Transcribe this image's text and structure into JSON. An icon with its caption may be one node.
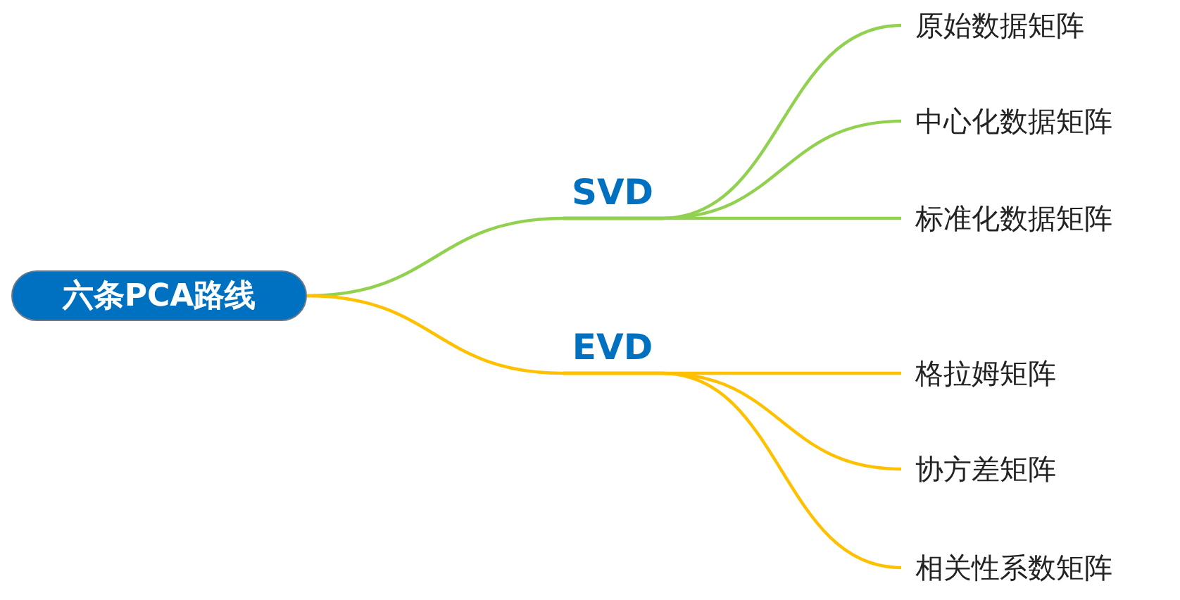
{
  "diagram": {
    "nodes": [
      {
        "text": [
          "六条PCA路线"
        ]
      },
      {
        "text": [
          "SVD"
        ]
      },
      {
        "text": [
          "EVD"
        ]
      },
      {
        "text": [
          "原始数据矩阵"
        ]
      },
      {
        "text": [
          "中心化数据矩阵"
        ]
      },
      {
        "text": [
          "标准化数据矩阵"
        ]
      },
      {
        "text": [
          "格拉姆矩阵"
        ]
      },
      {
        "text": [
          "协方差矩阵"
        ]
      },
      {
        "text": [
          "相关性系数矩阵"
        ]
      }
    ],
    "edges": [
      {
        "from": 0,
        "to": 1,
        "arrow": "none",
        "color": "#92d050"
      },
      {
        "from": 0,
        "to": 2,
        "arrow": "none",
        "color": "#ffc000"
      },
      {
        "from": 1,
        "to": 3,
        "arrow": "none",
        "color": "#92d050"
      },
      {
        "from": 1,
        "to": 4,
        "arrow": "none",
        "color": "#92d050"
      },
      {
        "from": 1,
        "to": 5,
        "arrow": "none",
        "color": "#92d050"
      },
      {
        "from": 2,
        "to": 6,
        "arrow": "none",
        "color": "#ffc000"
      },
      {
        "from": 2,
        "to": 7,
        "arrow": "none",
        "color": "#ffc000"
      },
      {
        "from": 2,
        "to": 8,
        "arrow": "none",
        "color": "#ffc000"
      }
    ]
  }
}
